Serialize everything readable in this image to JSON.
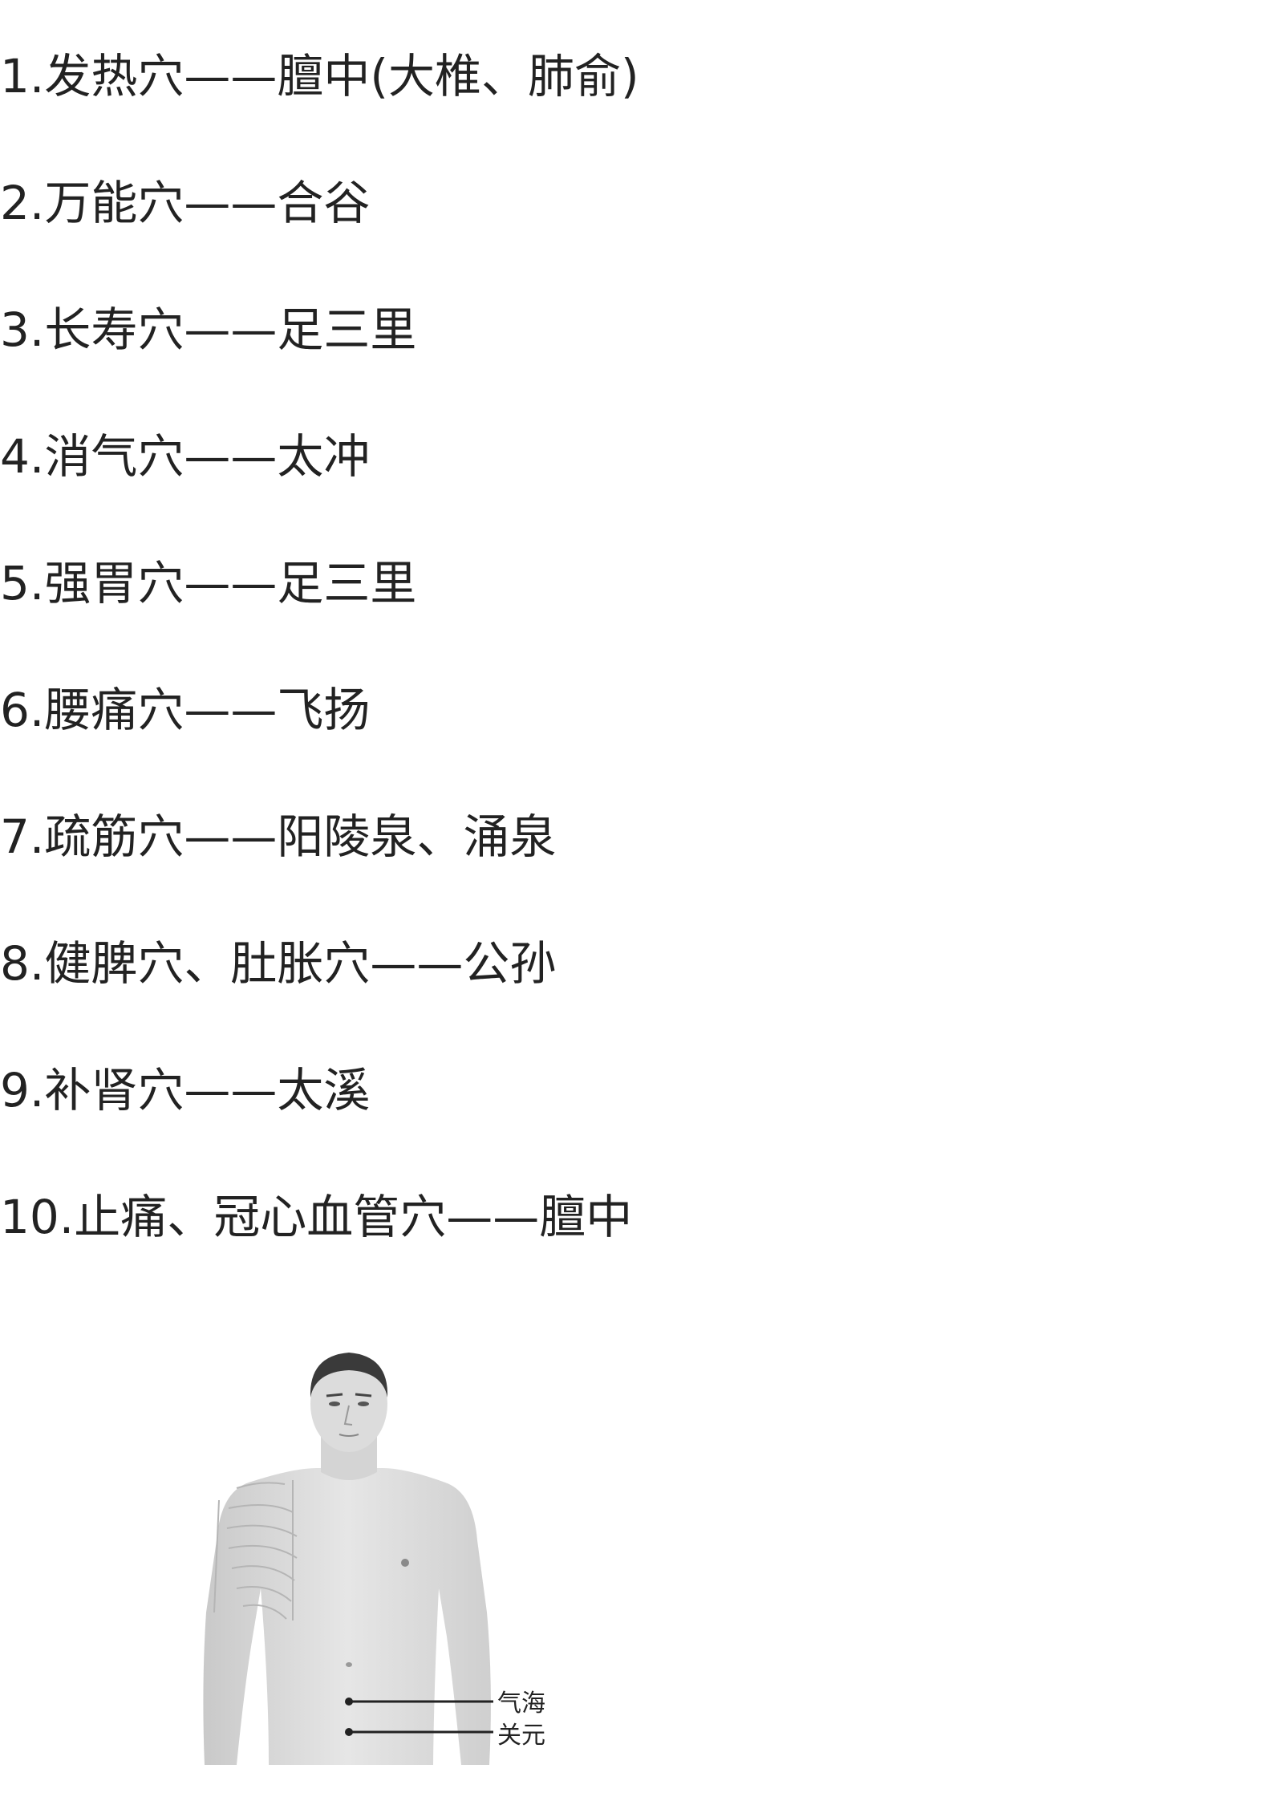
{
  "items": [
    {
      "text": "1.发热穴——膻中(大椎、肺俞)"
    },
    {
      "text": "2.万能穴——合谷"
    },
    {
      "text": "3.长寿穴——足三里"
    },
    {
      "text": "4.消气穴——太冲"
    },
    {
      "text": "5.强胃穴——足三里"
    },
    {
      "text": "6.腰痛穴——飞扬"
    },
    {
      "text": "7.疏筋穴——阳陵泉、涌泉"
    },
    {
      "text": "8.健脾穴、肚胀穴——公孙"
    },
    {
      "text": "9.补肾穴——太溪"
    },
    {
      "text": "10.止痛、冠心血管穴——膻中"
    }
  ],
  "figure": {
    "labels": {
      "qihai": "气海",
      "guanyuan": "关元"
    }
  }
}
